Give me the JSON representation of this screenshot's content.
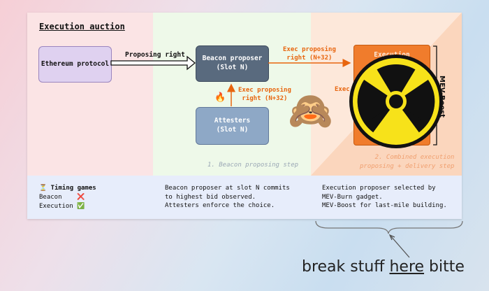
{
  "title": "Execution auction",
  "boxes": {
    "ethereum": "Ethereum protocol",
    "beacon": "Beacon proposer\n(Slot N)",
    "attesters": "Attesters\n(Slot N)",
    "exec_box": "Execution\nproposer\n(N+32)"
  },
  "arrows": {
    "proposing_right": "Proposing right",
    "exec_top": "Exec proposing\nright (N+32)",
    "exec_mid": "Exec proposing\nright (N+32)",
    "exec_partial": "Exec"
  },
  "side_label": "MEV-Boost",
  "captions": {
    "step1": "1. Beacon proposing step",
    "step2": "2. Combined execution\nproposing + delivery step"
  },
  "emoji": {
    "fire": "🔥",
    "monkey": "🙈",
    "hourglass": "⏳",
    "cross": "❌",
    "check": "✅"
  },
  "bottom": {
    "col1_title": "Timing games",
    "col1_line1": "Beacon",
    "col1_line2": "Execution",
    "col2": "Beacon proposer at slot N commits\nto highest bid observed.\nAttesters enforce the choice.",
    "col3": "Execution proposer selected by\nMEV-Burn gadget.\nMEV-Boost for last-mile building."
  },
  "annotation": {
    "before": "break stuff ",
    "underlined": "here",
    "after": " bitte"
  },
  "colors": {
    "accent_orange": "#e8650e",
    "radiation_yellow": "#f7e21a"
  }
}
